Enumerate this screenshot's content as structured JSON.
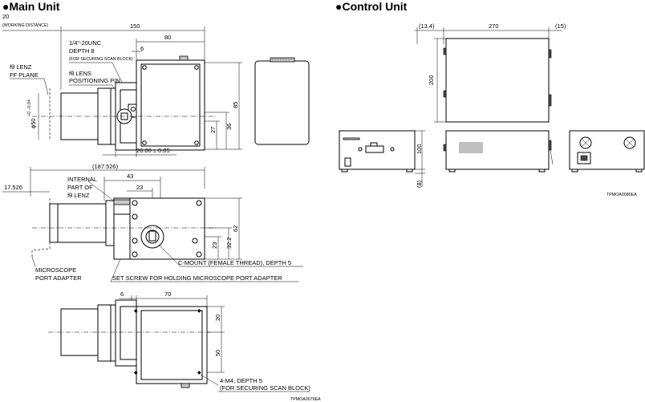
{
  "titles": {
    "main": "●Main Unit",
    "control": "●Control Unit"
  },
  "main_top": {
    "dim_150": "150",
    "dim_80": "80",
    "dim_6": "6",
    "dim_20": "20",
    "working_distance": "(WORKING DISTANCE)",
    "unc_label": "1/4\"-20UNC",
    "depth8": "DEPTH 8",
    "securing_block": "(FOR SECURING SCAN BLOCK)",
    "ftheta_lens_pin_1": "fθ LENS",
    "ftheta_lens_pin_2": "POSITIONING PIN",
    "ftheta_lenz": "fθ LENZ",
    "ff_plane": "FF PLANE",
    "phi50": "ϕ50",
    "phi50_tol": "+0 −0.04",
    "dim_85": "85",
    "dim_36": "36",
    "dim_27": "27",
    "dim_20_05": "20.00 ± 0.05"
  },
  "main_mid": {
    "dim_187": "(187.526)",
    "dim_43": "43",
    "dim_23": "23",
    "dim_17": "17.526",
    "internal_1": "INTERNAL",
    "internal_2": "PART OF",
    "internal_3": "fθ LENZ",
    "dim_62": "62",
    "dim_32": "32.2",
    "dim_23b": "23",
    "cmount": "C-MOUNT (FEMALE THREAD), DEPTH 5",
    "microscope_1": "MICROSCOPE",
    "microscope_2": "PORT ADAPTER",
    "set_screw": "SET SCREW FOR HOLDING MICROSCOPE PORT ADAPTER"
  },
  "main_bot": {
    "dim_6": "6",
    "dim_70": "70",
    "dim_20": "20",
    "dim_50": "50",
    "m4_1": "4-M4, DEPTH 5",
    "m4_2": "(FOR SECURING SCAN BLOCK)",
    "code": "TPMOA0079EA"
  },
  "control": {
    "dim_13": "(13.4)",
    "dim_270": "270",
    "dim_15": "(15)",
    "dim_200": "200",
    "dim_100": "100",
    "dim_8": "(8)",
    "code": "TPMOA0080EA"
  }
}
